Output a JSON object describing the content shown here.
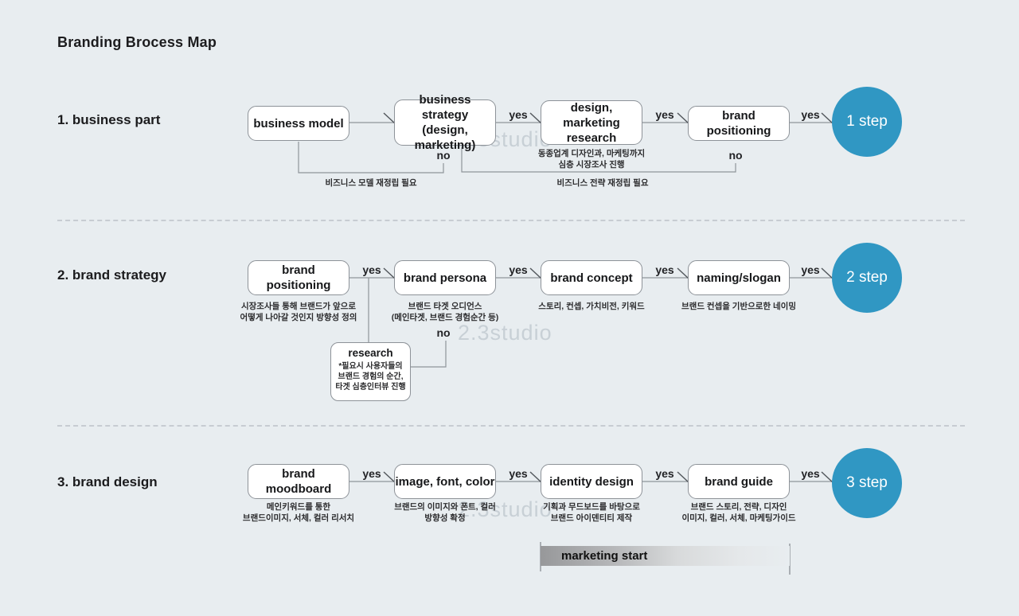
{
  "title": "Branding Brocess Map",
  "watermark": "2.3studio",
  "labels": {
    "yes": "yes",
    "no": "no"
  },
  "colors": {
    "background": "#e8edf0",
    "accent_blue": "#3097c3",
    "line_gray": "#8f959a"
  },
  "row1": {
    "section": "1. business part",
    "step": "1 step",
    "node1": "business model",
    "node2a": "business strategy",
    "node2b": "(design, marketing)",
    "node3a": "design, marketing",
    "node3b": "research",
    "node3_note1": "동종업계 디자인과, 마케팅까지",
    "node3_note2": "심층 시장조사 진행",
    "node4": "brand positioning",
    "loop1_note": "비즈니스 모델 재정립 필요",
    "loop2_note": "비즈니스 전략 재정립 필요"
  },
  "row2": {
    "section": "2. brand strategy",
    "step": "2 step",
    "node1": "brand positioning",
    "node1_note1": "시장조사들 통해 브랜드가 앞으로",
    "node1_note2": "어떻게 나아갈 것인지 방향성 정의",
    "node2": "brand persona",
    "node2_note1": "브랜드 타겟 오디언스",
    "node2_note2": "(메인타겟, 브랜드 경험순간 등)",
    "node3": "brand concept",
    "node3_note1": "스토리, 컨셉, 가치비전, 키워드",
    "node4": "naming/slogan",
    "node4_note1": "브랜드 컨셉을 기반으로한 네이밍",
    "research_title": "research",
    "research_note1": "*필요시 사용자들의",
    "research_note2": "브랜드 경험의 순간,",
    "research_note3": "타겟 심층인터뷰 진행"
  },
  "row3": {
    "section": "3. brand design",
    "step": "3 step",
    "node1": "brand moodboard",
    "node1_note1": "메인키워드를 통한",
    "node1_note2": "브랜드이미지, 서체, 컬러 리서치",
    "node2": "image, font, color",
    "node2_note1": "브랜드의 이미지와 폰트, 컬러",
    "node2_note2": "방향성 확정",
    "node3": "identity design",
    "node3_note1": "기획과 무드보드를 바탕으로",
    "node3_note2": "브랜드 아이덴티티 제작",
    "node4": "brand guide",
    "node4_note1": "브랜드 스토리, 전략, 디자인",
    "node4_note2": "이미지, 컬러, 서체, 마케팅가이드",
    "marketing_label": "marketing start"
  }
}
